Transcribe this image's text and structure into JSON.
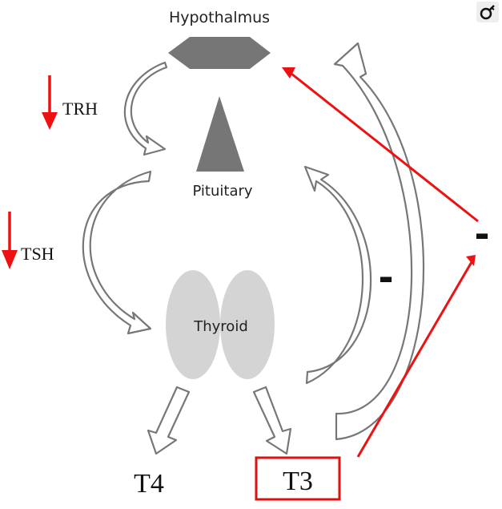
{
  "labels": {
    "hypothalamus": "Hypothalmus",
    "pituitary": "Pituitary",
    "thyroid": "Thyroid",
    "trh": "TRH",
    "tsh": "TSH",
    "t4": "T4",
    "t3": "T3",
    "inhibit_large": "-",
    "inhibit_red": "-"
  },
  "colors": {
    "gland_dark": "#767676",
    "thyroid_fill": "#d4d4d4",
    "arrow_outline": "#777777",
    "accent_red": "#ee1111"
  },
  "icons": {
    "corner": "magnifier-key-icon"
  }
}
